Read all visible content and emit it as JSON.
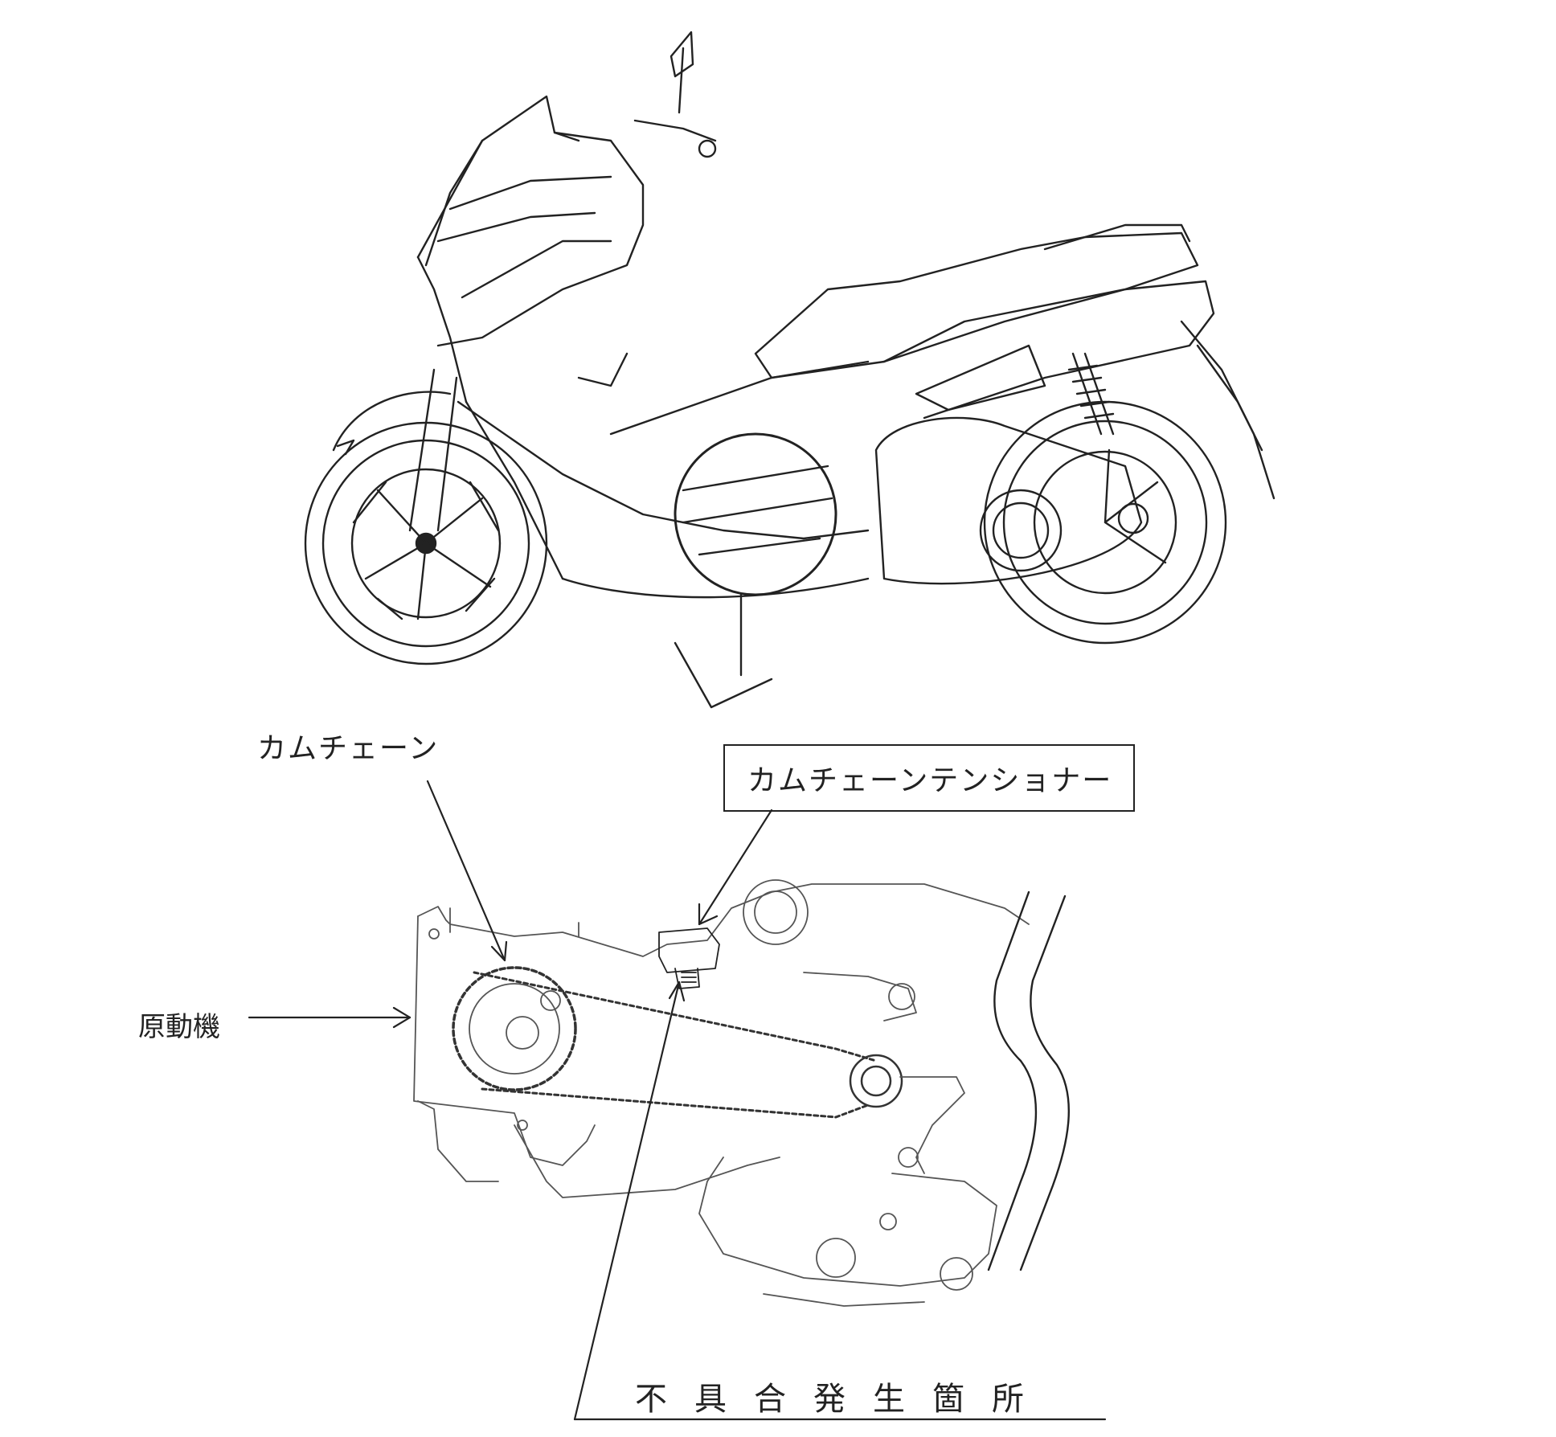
{
  "labels": {
    "cam_chain": "カムチェーン",
    "cam_chain_tensioner": "カムチェーンテンショナー",
    "engine": "原動機",
    "defect_location": "不具合発生箇所"
  },
  "colors": {
    "line": "#222222",
    "faint_line": "#555555",
    "background": "#ffffff"
  }
}
